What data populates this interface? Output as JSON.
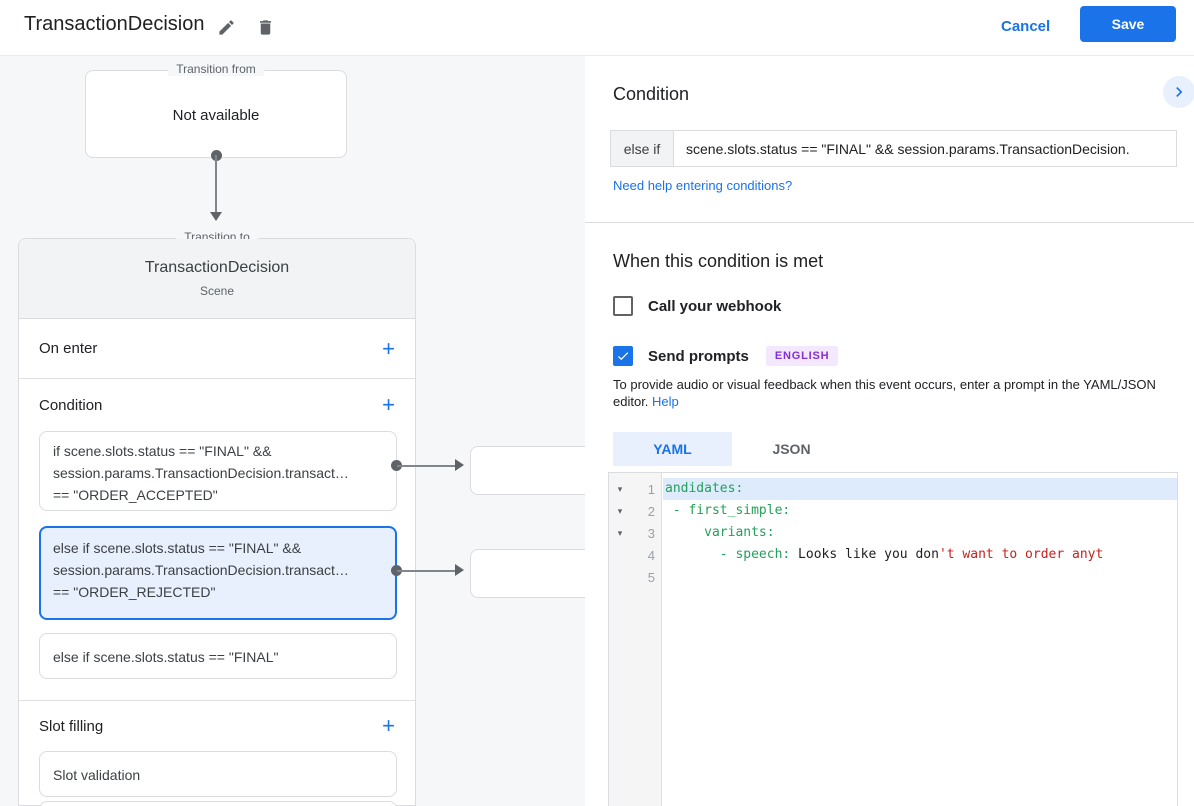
{
  "topbar": {
    "title": "TransactionDecision",
    "cancel_label": "Cancel",
    "save_label": "Save",
    "icons": [
      "edit-pencil-icon",
      "delete-trash-icon"
    ]
  },
  "colors": {
    "accent_blue": "#1a73e8",
    "selected_card_bg": "#e8f0fe",
    "badge_purple_bg": "#f3e8fd",
    "badge_purple_text": "#8430ce",
    "syntax_key_green": "#23a05a",
    "syntax_string_red": "#c5221f",
    "line_highlight": "#ddebfd"
  },
  "flow": {
    "transition_from": {
      "legend": "Transition from",
      "value": "Not available"
    },
    "scene": {
      "legend": "Transition to",
      "title": "TransactionDecision",
      "subtitle": "Scene",
      "on_enter_label": "On enter",
      "condition_label": "Condition",
      "slot_filling_label": "Slot filling",
      "condition_cards": [
        {
          "selected": false,
          "lines": [
            "if scene.slots.status == \"FINAL\" &&",
            "session.params.TransactionDecision.transact…",
            "== \"ORDER_ACCEPTED\""
          ]
        },
        {
          "selected": true,
          "lines": [
            "else if scene.slots.status == \"FINAL\" &&",
            "session.params.TransactionDecision.transact…",
            "== \"ORDER_REJECTED\""
          ]
        },
        {
          "selected": false,
          "lines": [
            "else if scene.slots.status == \"FINAL\"",
            "",
            ""
          ]
        }
      ],
      "slot_cards": [
        {
          "label": "Slot validation"
        }
      ]
    }
  },
  "panel": {
    "condition": {
      "heading": "Condition",
      "prefix": "else if",
      "value": "scene.slots.status == \"FINAL\" && session.params.TransactionDecision.",
      "help_link": "Need help entering conditions?"
    },
    "when_met": {
      "heading": "When this condition is met",
      "webhook": {
        "label": "Call your webhook",
        "checked": false
      },
      "prompts": {
        "label": "Send prompts",
        "checked": true,
        "badge": "ENGLISH"
      },
      "description": "To provide audio or visual feedback when this event occurs, enter a prompt in the YAML/JSON editor.",
      "help_link": "Help"
    },
    "editor": {
      "tabs": [
        {
          "label": "YAML",
          "active": true
        },
        {
          "label": "JSON",
          "active": false
        }
      ],
      "language": "YAML",
      "lines": [
        {
          "num": "1",
          "fold": true,
          "highlight": true,
          "seg": [
            {
              "t": "andidates:",
              "c": "key"
            }
          ]
        },
        {
          "num": "2",
          "fold": true,
          "highlight": false,
          "seg": [
            {
              "t": " - first_simple:",
              "c": "key"
            }
          ]
        },
        {
          "num": "3",
          "fold": true,
          "highlight": false,
          "seg": [
            {
              "t": "     variants:",
              "c": "key"
            }
          ]
        },
        {
          "num": "4",
          "fold": false,
          "highlight": false,
          "seg": [
            {
              "t": "       - speech:",
              "c": "key"
            },
            {
              "t": " Looks like you don",
              "c": "plain"
            },
            {
              "t": "'t want to order anyt",
              "c": "str"
            }
          ]
        },
        {
          "num": "5",
          "fold": false,
          "highlight": false,
          "seg": []
        }
      ]
    }
  }
}
